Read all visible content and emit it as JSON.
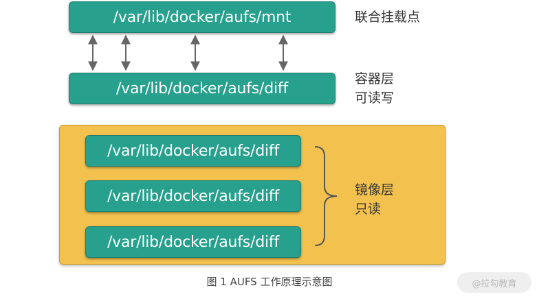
{
  "mount_point": {
    "path": "/var/lib/docker/aufs/mnt",
    "label": "联合挂载点"
  },
  "container_layer": {
    "path": "/var/lib/docker/aufs/diff",
    "label_line1": "容器层",
    "label_line2": "可读写"
  },
  "image_layers": {
    "paths": [
      "/var/lib/docker/aufs/diff",
      "/var/lib/docker/aufs/diff",
      "/var/lib/docker/aufs/diff"
    ],
    "label_line1": "镜像层",
    "label_line2": "只读"
  },
  "caption": "图 1 AUFS 工作原理示意图",
  "watermark": "@拉勾教育",
  "colors": {
    "box": "#27a08d",
    "panel": "#f2c14e",
    "arrow": "#666666"
  }
}
